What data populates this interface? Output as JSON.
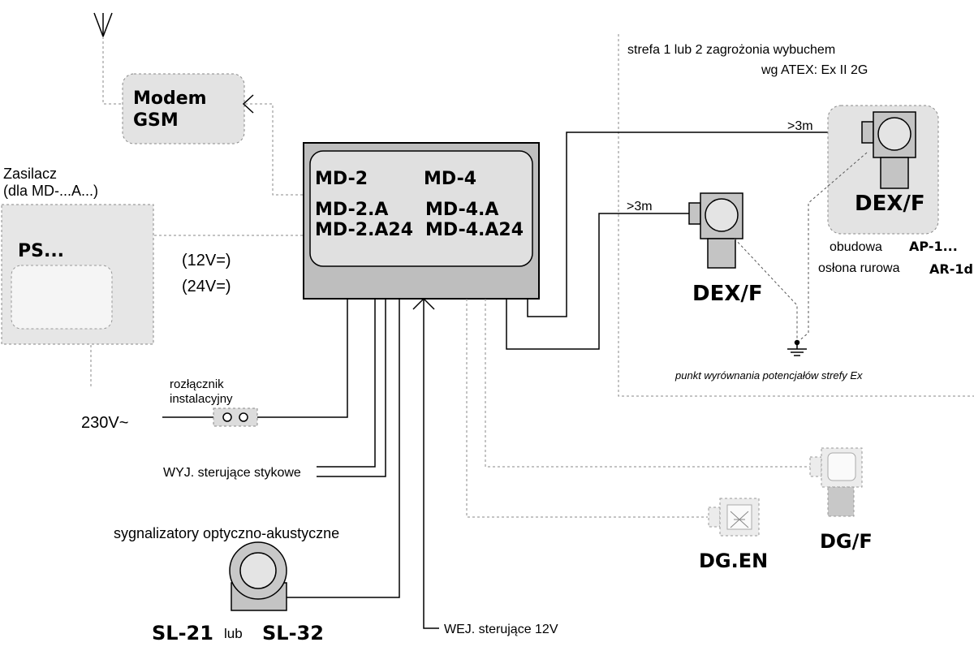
{
  "zone": {
    "line1": "strefa 1 lub 2 zagrożonia wybuchem",
    "line2": "wg ATEX:  Ex II 2G"
  },
  "modem": {
    "line1": "Modem",
    "line2": "GSM"
  },
  "power_supply": {
    "title1": "Zasilacz",
    "title2": "(dla MD-...A...)",
    "label": "PS...",
    "v12": "(12V=)",
    "v24": "(24V=)"
  },
  "controller": {
    "md2": "MD-2",
    "md4": "MD-4",
    "md2a": "MD-2.A",
    "md4a": "MD-4.A",
    "md2a24": "MD-2.A24",
    "md4a24": "MD-4.A24"
  },
  "mains": {
    "voltage": "230V~",
    "switch1": "rozłącznik",
    "switch2": "instalacyjny"
  },
  "outputs": "WYJ. sterujące stykowe",
  "inputs": "WEJ. sterujące 12V",
  "signalers": {
    "title": "sygnalizatory optyczno-akustyczne",
    "sl21": "SL-21",
    "or": "lub",
    "sl32": "SL-32"
  },
  "detectors": {
    "distance1": ">3m",
    "distance2": ">3m",
    "dex_far": "DEX/F",
    "dex_near": "DEX/F",
    "housing": "obudowa",
    "housing_code": "AP-1...",
    "tube": "osłona rurowa",
    "tube_code": "AR-1d",
    "ground": "punkt wyrównania potencjałów strefy Ex",
    "dgen": "DG.EN",
    "dgf": "DG/F"
  }
}
